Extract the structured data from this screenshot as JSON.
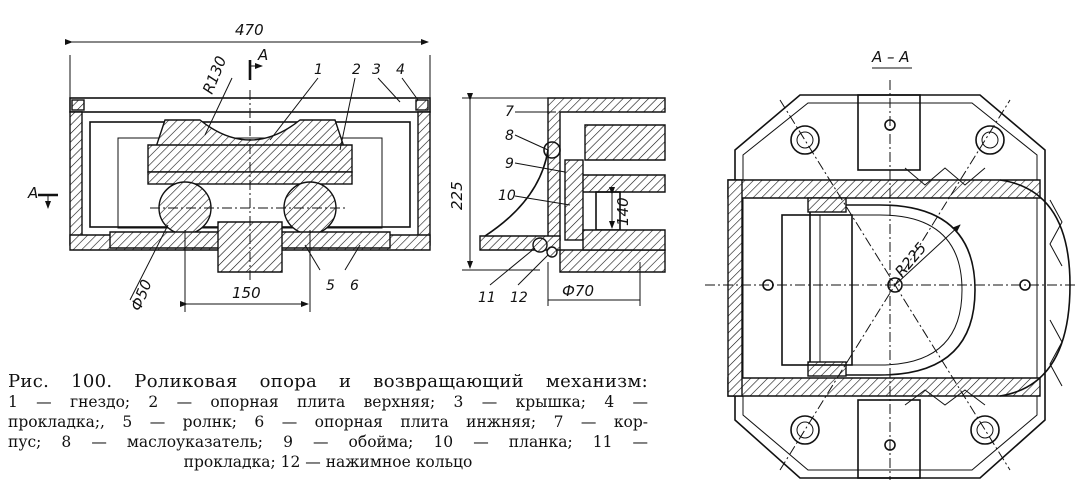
{
  "figure": {
    "caption_title": "Рис. 100. Роликовая опора и возвращающий механизм:",
    "caption_lines": [
      "1 — гнездо; 2 — опорная плита верхняя; 3 — крышка; 4 —",
      "прокладка;, 5 — ролнк; 6 — опорная плита инжняя; 7 — кор-",
      "пус; 8 — маслоуказатель; 9 — обойма; 10 — планка; 11 —",
      "прокладка; 12 — нажимное кольцо"
    ]
  },
  "front_view": {
    "dim_width": "470",
    "dim_radius": "R130",
    "dim_roller_spacing": "150",
    "dim_roller_dia": "Ф50",
    "section_mark_top": "A",
    "section_mark_side": "A",
    "callouts": [
      "1",
      "2",
      "3",
      "4",
      "5",
      "6"
    ]
  },
  "side_view": {
    "dim_height": "225",
    "dim_inner": "140",
    "dim_dia": "Ф70",
    "callouts": [
      "7",
      "8",
      "9",
      "10",
      "11",
      "12"
    ]
  },
  "section_view": {
    "title": "A – A",
    "dim_radius": "R225"
  }
}
